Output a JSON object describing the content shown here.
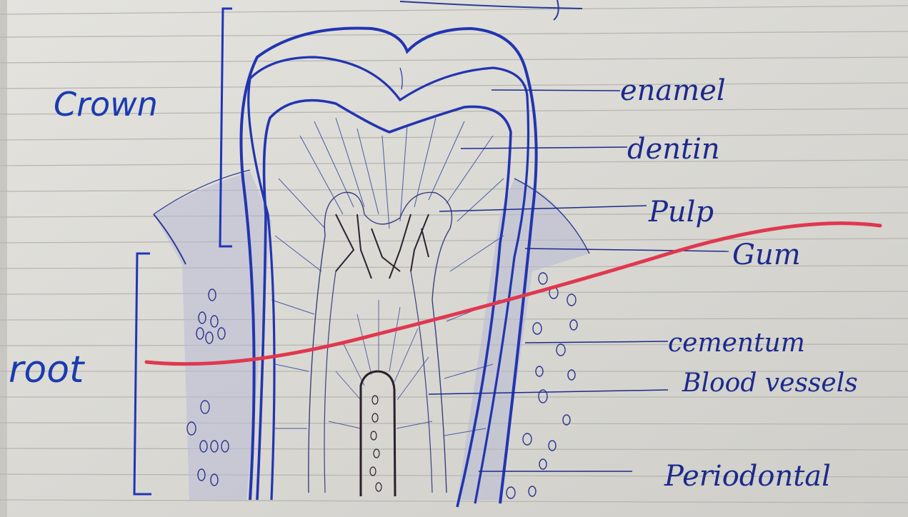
{
  "labels": {
    "crown": "Crown",
    "root": "root",
    "enamel": "enamel",
    "dentin": "dentin",
    "pulp": "Pulp",
    "gum": "Gum",
    "cementum": "cementum",
    "blood_vessels": "Blood vessels",
    "periodontal": "Periodontal"
  },
  "colors": {
    "paper": "#dcdbd6",
    "rule_line": "#b9b8b3",
    "ink_blue": "#1c2a8c",
    "bright_blue": "#1a3bb0",
    "red_line": "#e0384f",
    "dark_ink": "#2a2230"
  }
}
